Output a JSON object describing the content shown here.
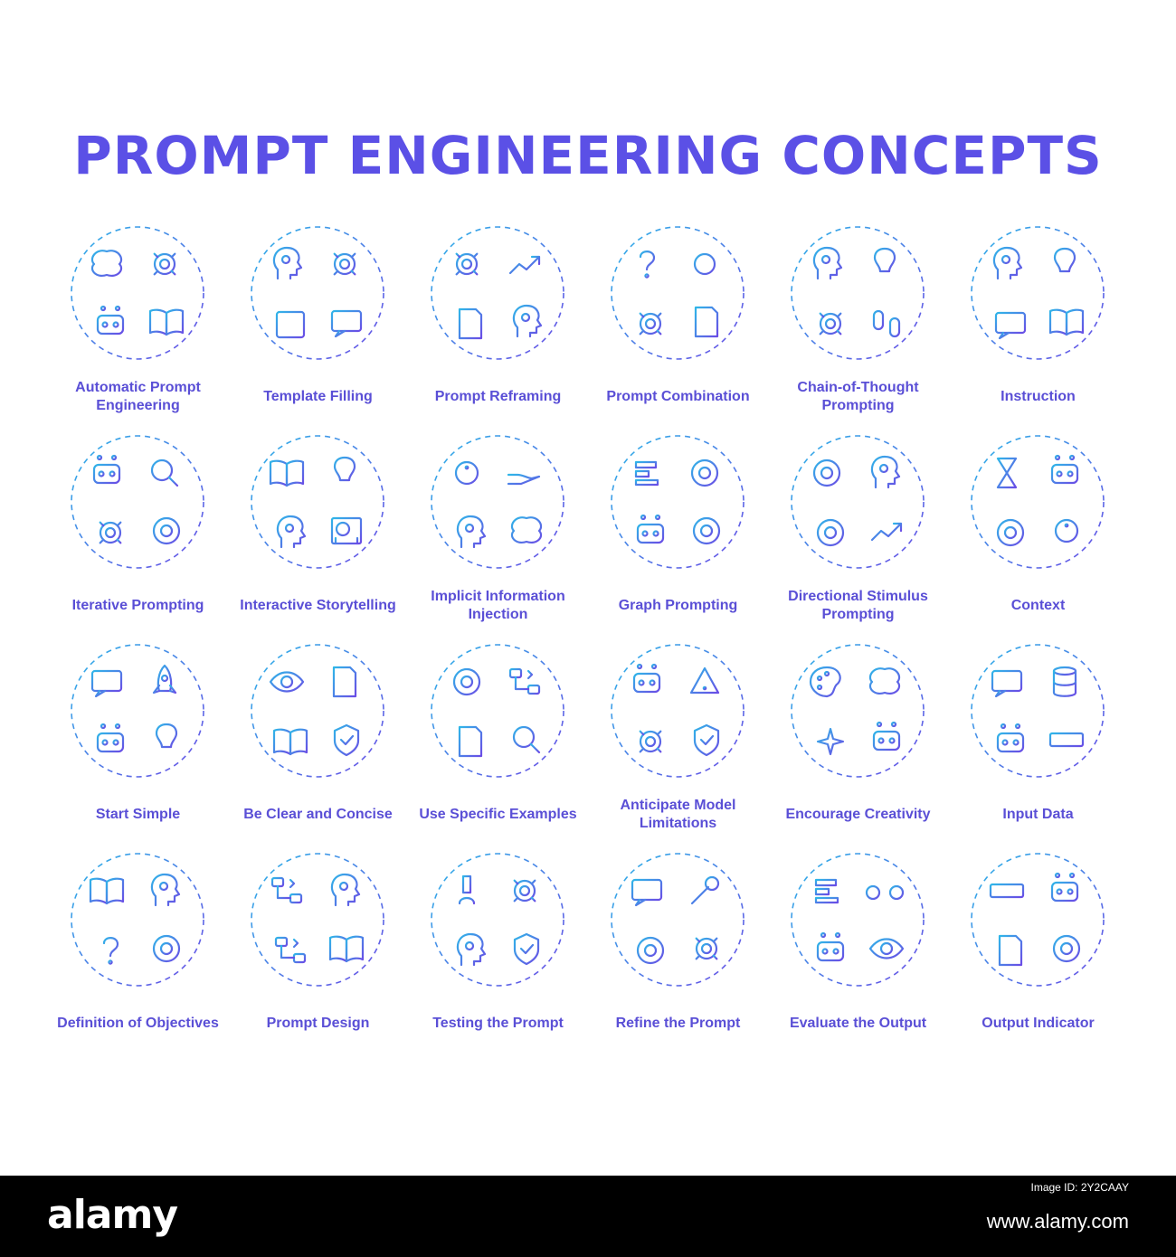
{
  "title": "PROMPT ENGINEERING CONCEPTS",
  "colors": {
    "title": "#5b50e6",
    "label": "#5a4fd6",
    "gradient_start": "#2fb6e8",
    "gradient_end": "#6a4ce6",
    "footer_bg": "#000000",
    "footer_text": "#ffffff"
  },
  "concepts": [
    {
      "label": "Automatic Prompt Engineering",
      "icons": [
        "brain-icon",
        "gear-icon",
        "robot-icon",
        "book-icon"
      ]
    },
    {
      "label": "Template Filling",
      "icons": [
        "ai-head-icon",
        "gear-icon",
        "calendar-icon",
        "message-icon"
      ]
    },
    {
      "label": "Prompt Reframing",
      "icons": [
        "gear-icon",
        "arrows-icon",
        "document-icon",
        "ai-head-icon"
      ]
    },
    {
      "label": "Prompt Combination",
      "icons": [
        "question-icon",
        "plus-icon",
        "gear-icon",
        "documents-icon"
      ]
    },
    {
      "label": "Chain-of-Thought Prompting",
      "icons": [
        "ai-head-icon",
        "lightbulb-icon",
        "gear-icon",
        "footsteps-icon"
      ]
    },
    {
      "label": "Instruction",
      "icons": [
        "ai-head-icon",
        "lightbulb-icon",
        "chat-icon",
        "book-icon"
      ]
    },
    {
      "label": "Iterative Prompting",
      "icons": [
        "robot-icon",
        "magnifier-icon",
        "gear-icon",
        "cycle-icon"
      ]
    },
    {
      "label": "Interactive Storytelling",
      "icons": [
        "book-icon",
        "lightbulb-icon",
        "ai-head-icon",
        "theater-icon"
      ]
    },
    {
      "label": "Implicit Information Injection",
      "icons": [
        "info-icon",
        "hand-icon",
        "ai-head-icon",
        "brain-icon"
      ]
    },
    {
      "label": "Graph Prompting",
      "icons": [
        "gantt-chart-icon",
        "network-icon",
        "robot-icon",
        "pie-chart-icon"
      ]
    },
    {
      "label": "Directional Stimulus Prompting",
      "icons": [
        "target-icon",
        "ai-head-icon",
        "compass-icon",
        "trend-icon"
      ]
    },
    {
      "label": "Context",
      "icons": [
        "hourglass-icon",
        "robot-icon",
        "globe-icon",
        "info-icon"
      ]
    },
    {
      "label": "Start Simple",
      "icons": [
        "code-window-icon",
        "rocket-icon",
        "robot-icon",
        "lightbulb-icon"
      ]
    },
    {
      "label": "Be Clear and Concise",
      "icons": [
        "eye-icon",
        "checklist-icon",
        "book-icon",
        "check-icon"
      ]
    },
    {
      "label": "Use Specific Examples",
      "icons": [
        "target-icon",
        "robot-hand-icon",
        "document-icon",
        "magnifier-icon"
      ]
    },
    {
      "label": "Anticipate Model Limitations",
      "icons": [
        "robot-icon",
        "warning-icon",
        "gear-icon",
        "shield-icon"
      ]
    },
    {
      "label": "Encourage Creativity",
      "icons": [
        "palette-icon",
        "brain-icon",
        "sparkle-icon",
        "robot-icon"
      ]
    },
    {
      "label": "Input Data",
      "icons": [
        "monitor-icon",
        "database-icon",
        "robot-icon",
        "keyboard-icon"
      ]
    },
    {
      "label": "Definition of Objectives",
      "icons": [
        "notebook-icon",
        "ai-head-icon",
        "question-icon",
        "compass-icon"
      ]
    },
    {
      "label": "Prompt Design",
      "icons": [
        "flowchart-icon",
        "ai-head-icon",
        "code-icon",
        "book-icon"
      ]
    },
    {
      "label": "Testing the Prompt",
      "icons": [
        "microscope-icon",
        "gear-icon",
        "ai-head-icon",
        "badge-icon"
      ]
    },
    {
      "label": "Refine the Prompt",
      "icons": [
        "rating-window-icon",
        "wrench-icon",
        "compass-icon",
        "gear-icon"
      ]
    },
    {
      "label": "Evaluate the Output",
      "icons": [
        "bar-chart-icon",
        "scale-icon",
        "robot-icon",
        "eye-icon"
      ]
    },
    {
      "label": "Output Indicator",
      "icons": [
        "ruler-icon",
        "robot-icon",
        "checklist-icon",
        "pie-chart-icon"
      ]
    }
  ],
  "footer": {
    "brand": "alamy",
    "image_id": "Image ID: 2Y2CAAY",
    "site": "www.alamy.com"
  }
}
